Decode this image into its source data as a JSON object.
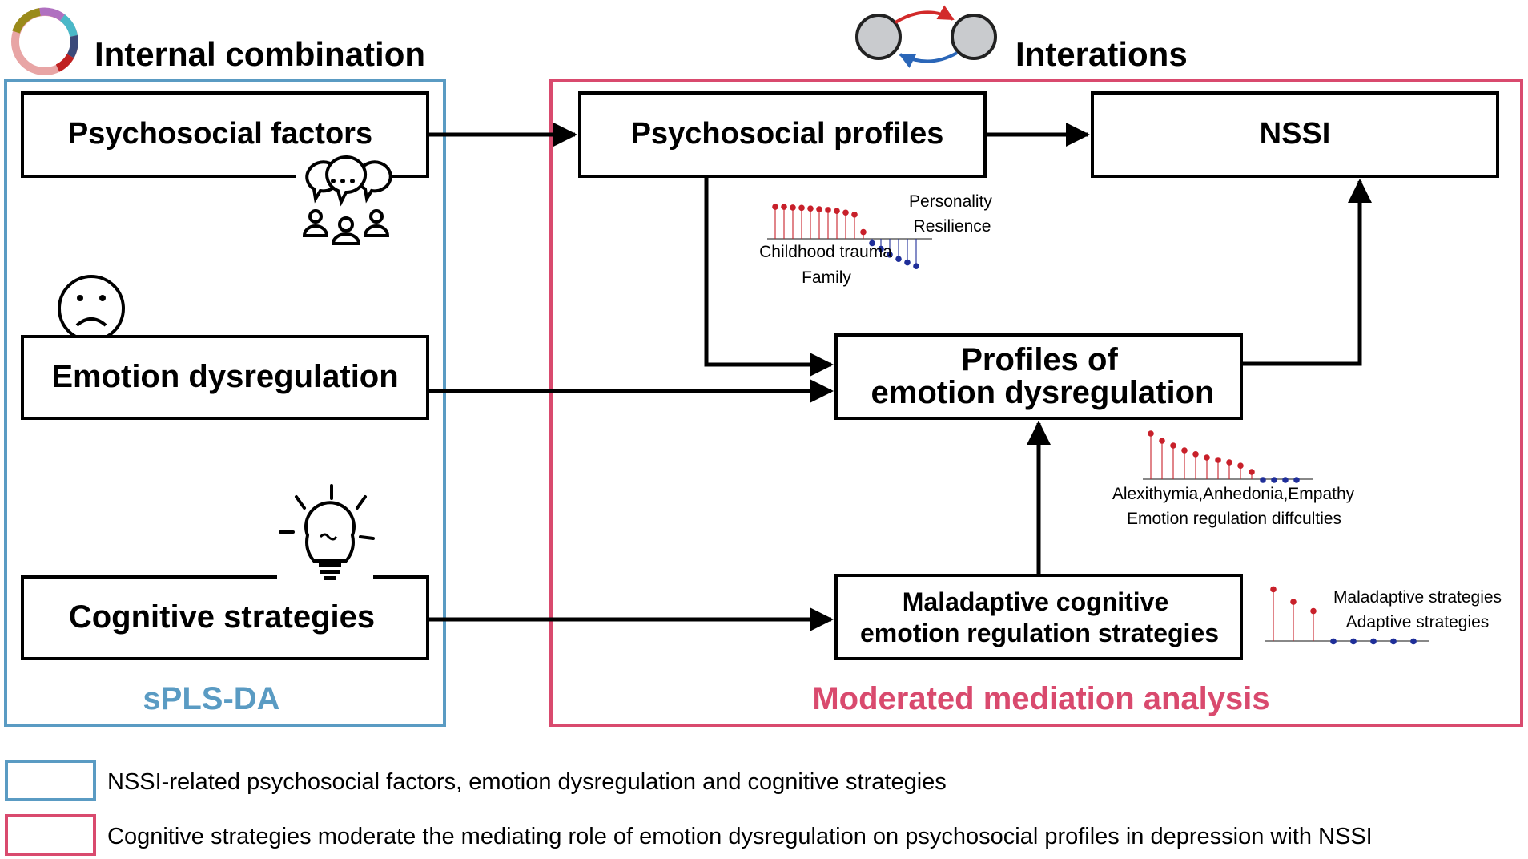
{
  "headers": {
    "left": "Internal combination",
    "right": "Interations"
  },
  "left_panel": {
    "label": "sPLS-DA",
    "boxes": {
      "psychosocial": "Psychosocial factors",
      "emotion": "Emotion dysregulation",
      "cognitive": "Cognitive strategies"
    }
  },
  "right_panel": {
    "label": "Moderated mediation analysis",
    "boxes": {
      "profiles": "Psychosocial profiles",
      "nssi": "NSSI",
      "emotion_profiles_line1": "Profiles of",
      "emotion_profiles_line2": "emotion dysregulation",
      "maladaptive_line1": "Maladaptive cognitive",
      "maladaptive_line2": "emotion regulation strategies"
    }
  },
  "colors": {
    "blue": "#5a9bc3",
    "pink": "#d94a6e",
    "red_lollipop": "#c8202a",
    "blue_lollipop": "#1f2e99",
    "arrow_red": "#d22a2a",
    "arrow_blue": "#2a66b8"
  },
  "chart_data": [
    {
      "type": "lollipop",
      "labels_top": [
        "Personality",
        "Resilience"
      ],
      "labels_bottom": [
        "Childhood trauma",
        "Family"
      ],
      "positive_values": [
        0.95,
        0.95,
        0.93,
        0.92,
        0.9,
        0.88,
        0.86,
        0.83,
        0.78,
        0.72,
        0.2
      ],
      "negative_values": [
        -0.15,
        -0.35,
        -0.55,
        -0.7,
        -0.82,
        -0.95
      ]
    },
    {
      "type": "lollipop",
      "labels_bottom": [
        "Alexithymia,Anhedonia,Empathy",
        "Emotion regulation diffculties"
      ],
      "positive_values": [
        0.95,
        0.8,
        0.7,
        0.6,
        0.52,
        0.45,
        0.4,
        0.35,
        0.28,
        0.15
      ],
      "negative_values": [
        -0.05,
        -0.05,
        -0.05,
        -0.05
      ]
    },
    {
      "type": "lollipop",
      "labels_top": [
        "Maladaptive strategies",
        "Adaptive strategies"
      ],
      "positive_values": [
        0.95,
        0.72,
        0.55
      ],
      "negative_values": [
        -0.02,
        -0.02,
        -0.02,
        -0.02,
        -0.02
      ]
    }
  ],
  "legend": {
    "blue_text": "NSSI-related psychosocial factors, emotion dysregulation and cognitive strategies",
    "pink_text": "Cognitive strategies moderate the mediating role of emotion dysregulation on psychosocial profiles in depression with NSSI"
  },
  "icons": [
    "color-ring-icon",
    "interaction-cycle-icon",
    "chat-group-icon",
    "sad-face-icon",
    "lightbulb-icon"
  ]
}
